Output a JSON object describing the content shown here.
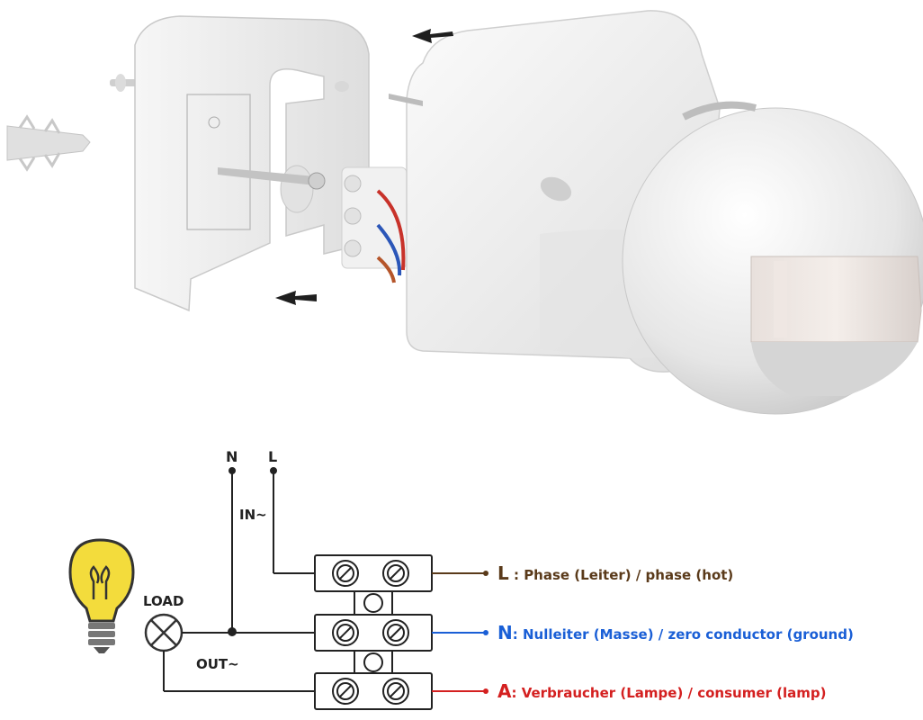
{
  "colors": {
    "phase": "#5a3a1a",
    "neutral": "#1a5fd6",
    "consumer": "#d42020",
    "wire": "#222222",
    "bulb": "#f3dc3c",
    "housing": "#eeeeee"
  },
  "icons": {
    "arrow": "left-arrow-icon",
    "bulb": "light-bulb-icon",
    "lamp": "lamp-cross-symbol-icon"
  },
  "diagram": {
    "input_n": "N",
    "input_l": "L",
    "in_label": "IN~",
    "out_label": "OUT~",
    "load_label": "LOAD",
    "terminals": [
      {
        "letter": "L",
        "text": " : Phase (Leiter) / phase (hot)"
      },
      {
        "letter": "N",
        "text": ": Nulleiter (Masse) / zero  conductor (ground)"
      },
      {
        "letter": "A",
        "text": ": Verbraucher (Lampe) / consumer (lamp)"
      }
    ]
  }
}
